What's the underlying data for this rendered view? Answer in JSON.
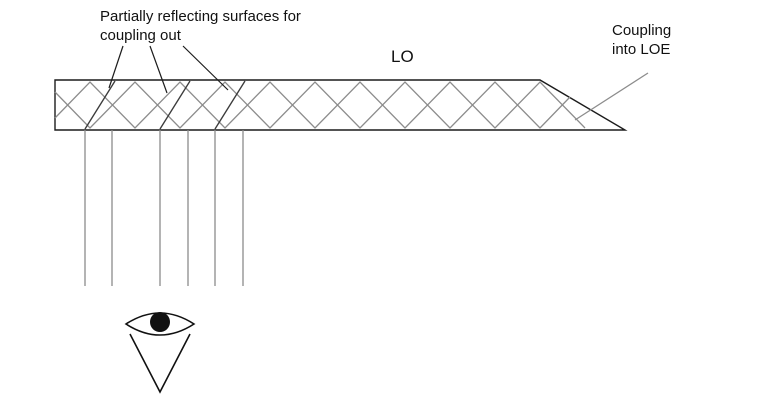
{
  "diagram": {
    "labels": {
      "partially_reflecting": "Partially reflecting surfaces for coupling out",
      "waveguide": "LO",
      "coupling_in": "Coupling into LOE"
    },
    "colors": {
      "background": "#ffffff",
      "outline": "#1c1c1c",
      "beam_gray": "#8c8c8c",
      "reflector_dark": "#3c3c3c",
      "text": "#111111"
    }
  }
}
